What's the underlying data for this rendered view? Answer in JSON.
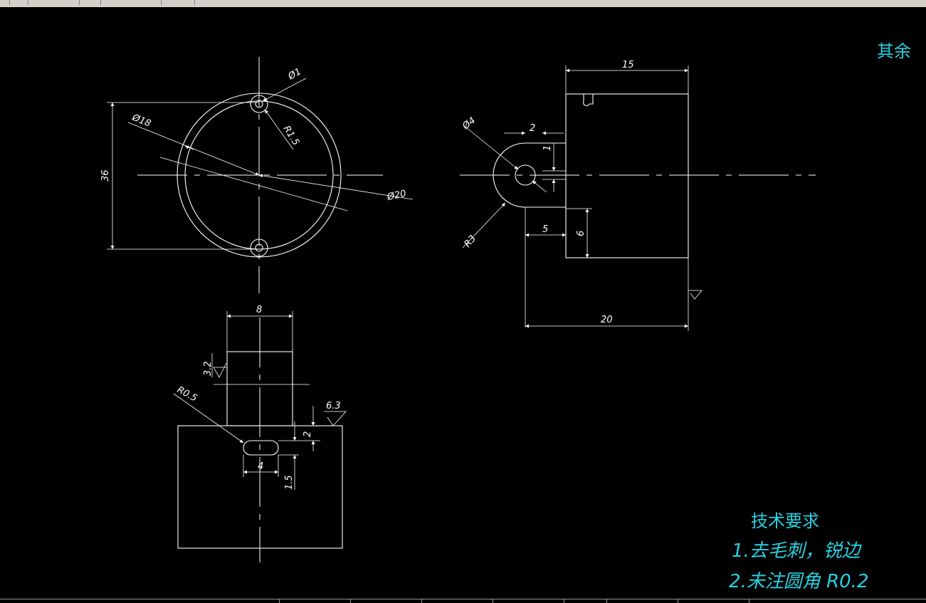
{
  "app": {
    "accent_color": "#27d0e0",
    "background": "#000000",
    "line_color": "#ffffff"
  },
  "toolbar": {
    "icons": [
      "open-icon",
      "undo-icon",
      "redo-icon",
      "zoom-icon",
      "layer-icon",
      "properties-icon"
    ]
  },
  "drawing": {
    "surface_note": "其余",
    "front_view": {
      "dims": {
        "hole_dia": "Ø1",
        "slot_radius": "R1.5",
        "inner_dia": "Ø18",
        "outer_dia": "Ø20",
        "height": "36"
      }
    },
    "side_view": {
      "dims": {
        "width_top": "15",
        "hole_dia": "Ø4",
        "lug_gap": "2",
        "lug_offset": "1",
        "lug_radius": "R3",
        "lug_len": "5",
        "step": "6",
        "overall_len": "20"
      }
    },
    "bottom_view": {
      "dims": {
        "width": "8",
        "roughness_a": "3.2",
        "slot_radius": "R0.5",
        "roughness_b": "6.3",
        "slot_depth": "2",
        "slot_width": "4",
        "slot_height": "1.5"
      }
    },
    "technical_requirements": {
      "title": "技术要求",
      "items": [
        "1.去毛刺，锐边",
        "2.未注圆角  R0.2"
      ]
    }
  },
  "statusbar": {
    "cells": 8
  }
}
